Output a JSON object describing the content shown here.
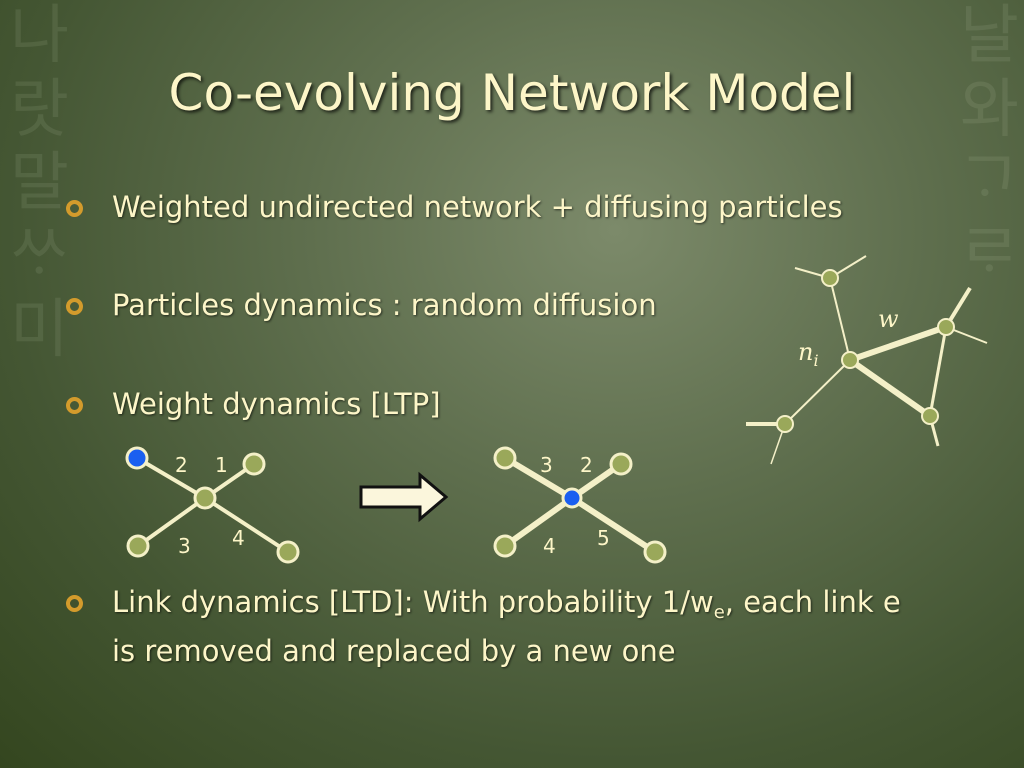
{
  "slide": {
    "title": "Co-evolving Network Model",
    "bullets": [
      {
        "text": "Weighted undirected network + diffusing particles"
      },
      {
        "text": "Particles dynamics : random diffusion"
      },
      {
        "text": "Weight dynamics [LTP]"
      },
      {
        "text_before": "Link dynamics [LTD]: With probability 1/w",
        "sub": "e",
        "text_after": ", each link e",
        "line2": "is removed and replaced by a new one"
      }
    ]
  },
  "diagram_left": {
    "labels": [
      "2",
      "1",
      "3",
      "4"
    ]
  },
  "diagram_right": {
    "labels": [
      "3",
      "2",
      "4",
      "5"
    ]
  },
  "network": {
    "node_label": "n",
    "node_subscript": "i",
    "weight_label": "w"
  },
  "colors": {
    "text": "#fdf6c8",
    "bullet": "#d39b2c",
    "node": "#9aa85a",
    "particle": "#1a5ff0",
    "edge": "#f4f0c8"
  }
}
